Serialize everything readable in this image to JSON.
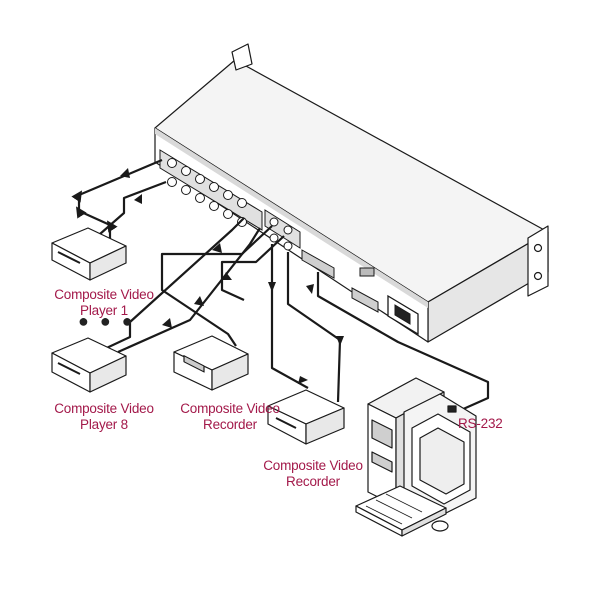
{
  "labels": {
    "player1": {
      "line1": "Composite Video",
      "line2": "Player 1"
    },
    "ellipsis": "● ● ●",
    "player8": {
      "line1": "Composite Video",
      "line2": "Player 8"
    },
    "recorder1": {
      "line1": "Composite Video",
      "line2": "Recorder"
    },
    "recorder2": {
      "line1": "Composite Video",
      "line2": "Recorder"
    },
    "rs232": "RS-232"
  },
  "colors": {
    "label": "#a3194a",
    "line": "#1a1a1a",
    "device_fill": "#ffffff",
    "shade": "#d9d9d9"
  }
}
